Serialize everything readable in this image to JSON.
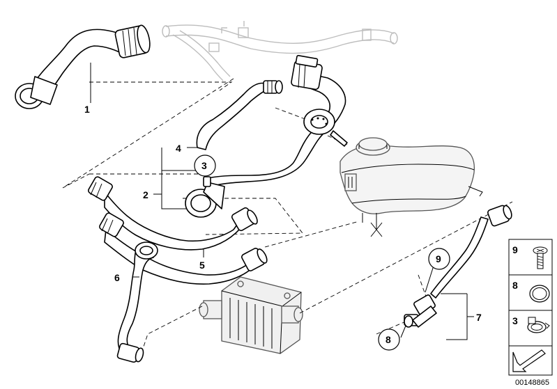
{
  "diagram": {
    "callouts": {
      "c1": "1",
      "c2": "2",
      "c3": "3",
      "c4": "4",
      "c5": "5",
      "c6": "6",
      "c7": "7",
      "c8": "8",
      "c9": "9"
    },
    "legend": {
      "item_9": "9",
      "item_8": "8",
      "item_3": "3"
    },
    "doc_number": "00148865"
  }
}
